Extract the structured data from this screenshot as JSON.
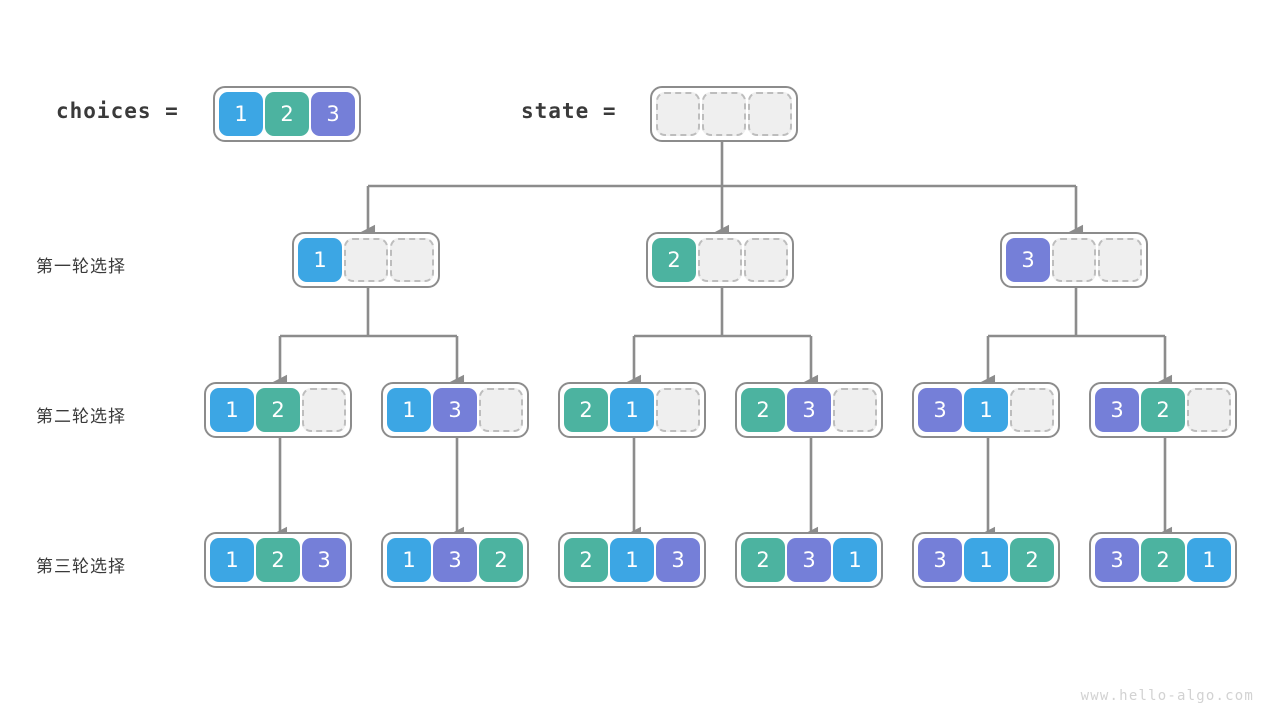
{
  "diagram": {
    "title": "permutation-backtracking-tree",
    "watermark": "www.hello-algo.com",
    "colors": {
      "value_1": "#3ca6e4",
      "value_2": "#4cb3a0",
      "value_3": "#757fd8",
      "empty_cell_fill": "#efefef",
      "empty_cell_border": "#bdbdbd",
      "array_border": "#8c8c8c",
      "wire": "#8c8c8c",
      "text": "#3a3a3a",
      "watermark": "#d2d2d2"
    }
  },
  "header": {
    "choices_label": "choices =",
    "choices_cells": [
      "1",
      "2",
      "3"
    ],
    "state_label": "state =",
    "state_cells": [
      "",
      "",
      ""
    ]
  },
  "rows": [
    {
      "label": "第一轮选择",
      "nodes": [
        {
          "cells": [
            "1",
            "",
            ""
          ]
        },
        {
          "cells": [
            "2",
            "",
            ""
          ]
        },
        {
          "cells": [
            "3",
            "",
            ""
          ]
        }
      ]
    },
    {
      "label": "第二轮选择",
      "nodes": [
        {
          "cells": [
            "1",
            "2",
            ""
          ]
        },
        {
          "cells": [
            "1",
            "3",
            ""
          ]
        },
        {
          "cells": [
            "2",
            "1",
            ""
          ]
        },
        {
          "cells": [
            "2",
            "3",
            ""
          ]
        },
        {
          "cells": [
            "3",
            "1",
            ""
          ]
        },
        {
          "cells": [
            "3",
            "2",
            ""
          ]
        }
      ]
    },
    {
      "label": "第三轮选择",
      "nodes": [
        {
          "cells": [
            "1",
            "2",
            "3"
          ]
        },
        {
          "cells": [
            "1",
            "3",
            "2"
          ]
        },
        {
          "cells": [
            "2",
            "1",
            "3"
          ]
        },
        {
          "cells": [
            "2",
            "3",
            "1"
          ]
        },
        {
          "cells": [
            "3",
            "1",
            "2"
          ]
        },
        {
          "cells": [
            "3",
            "2",
            "1"
          ]
        }
      ]
    }
  ]
}
